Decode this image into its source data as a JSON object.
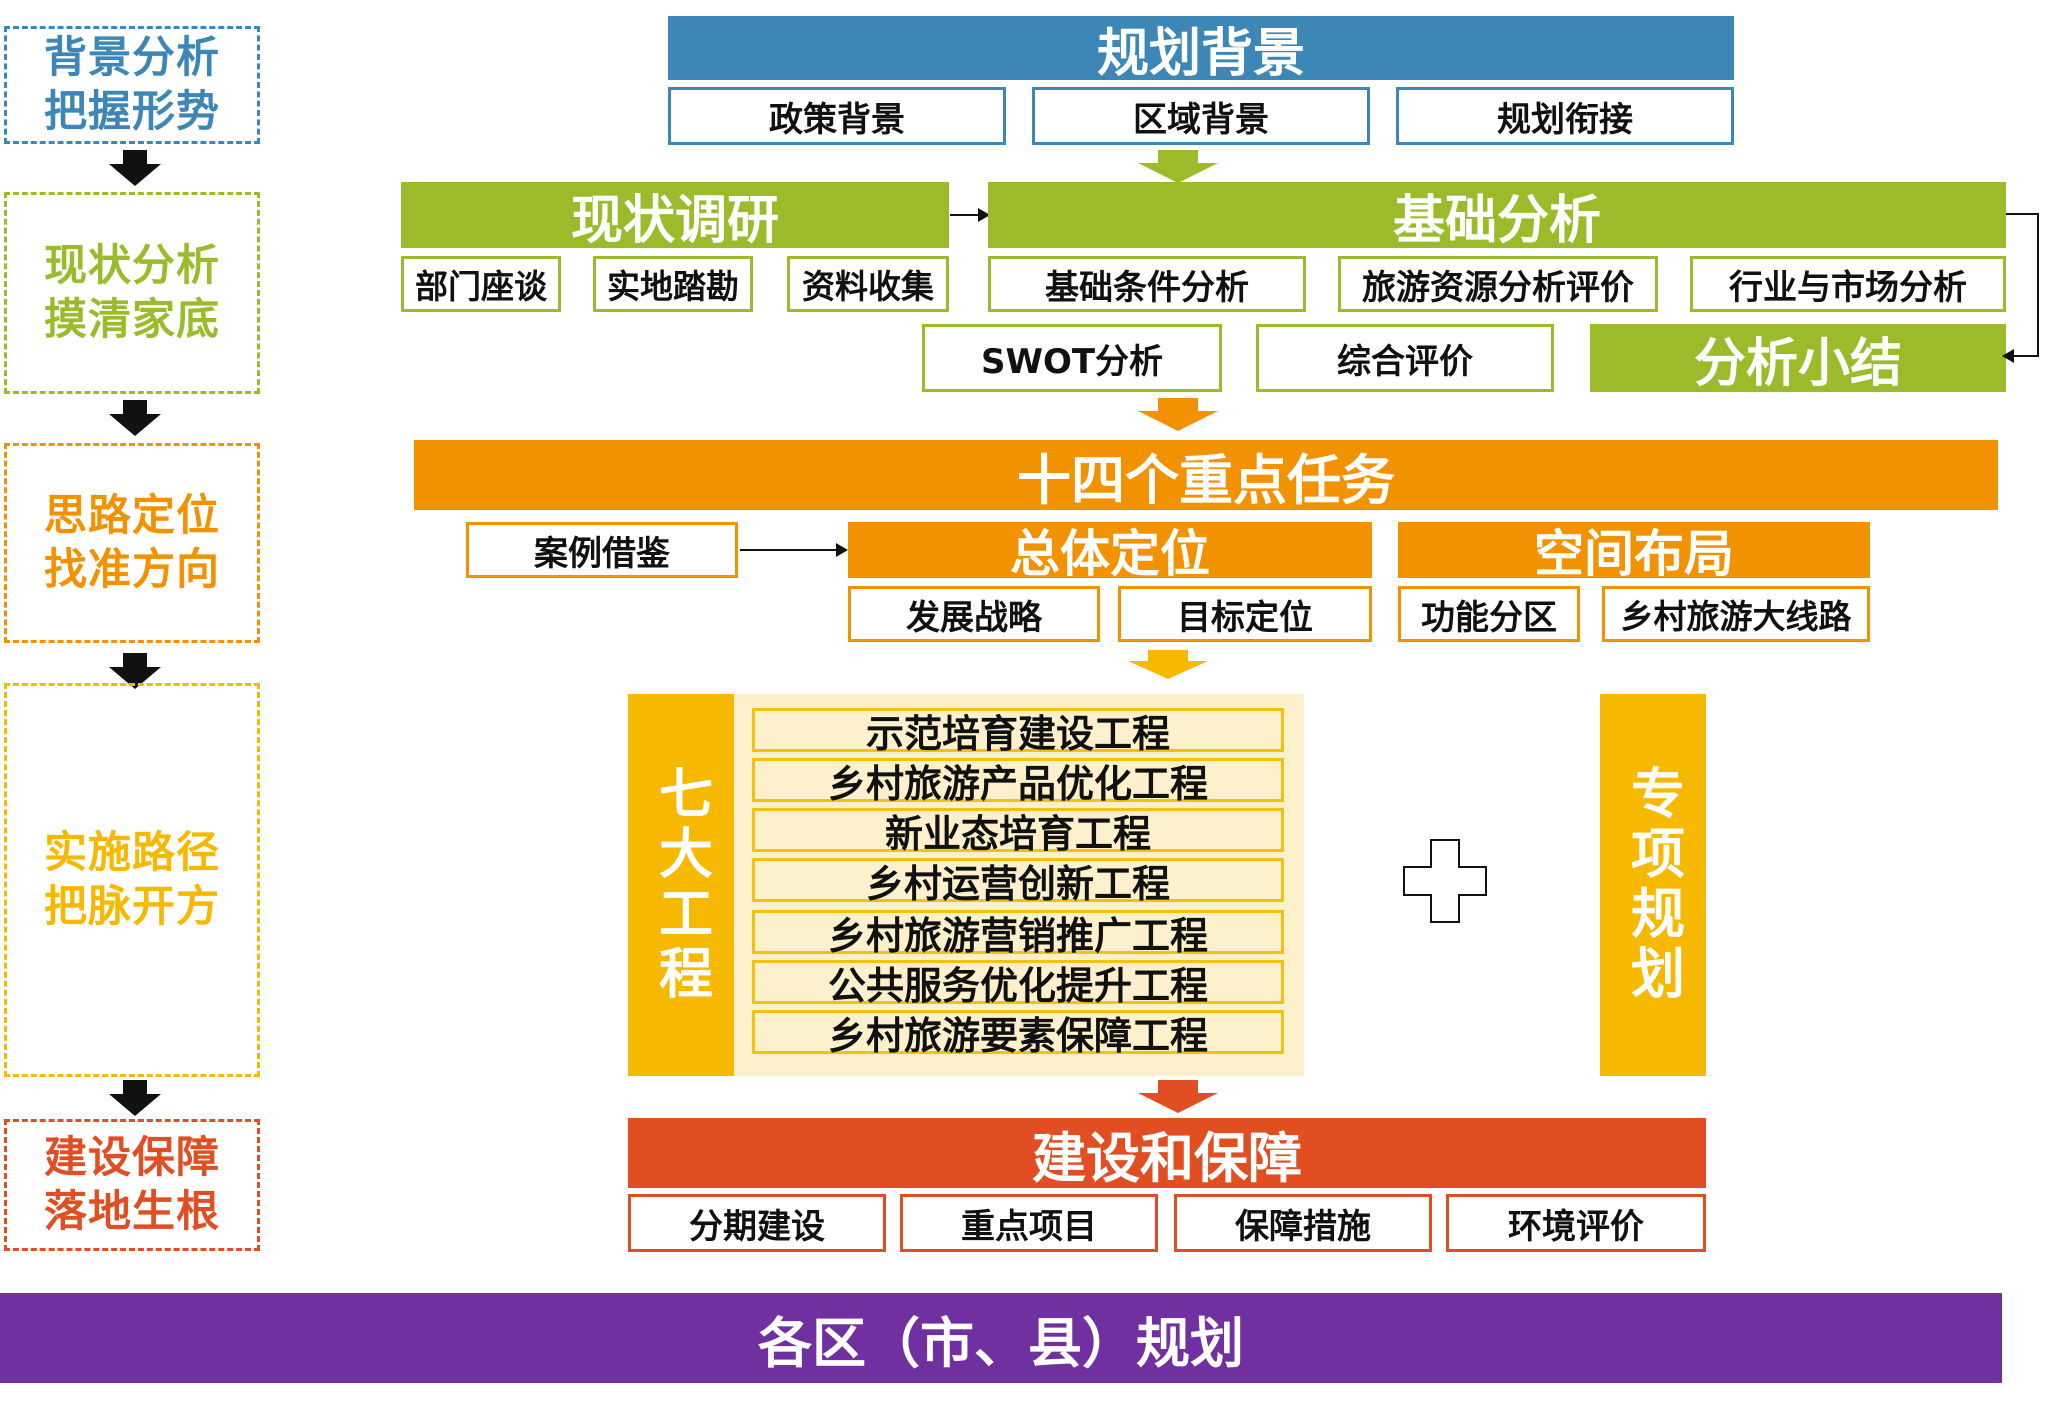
{
  "colors": {
    "blue": "#3c87b5",
    "green": "#9bbb2b",
    "orange": "#f39200",
    "yellow": "#f7b800",
    "red": "#e04e22",
    "purple": "#7030a0"
  },
  "stages": [
    {
      "line1": "背景分析",
      "line2": "把握形势"
    },
    {
      "line1": "现状分析",
      "line2": "摸清家底"
    },
    {
      "line1": "思路定位",
      "line2": "找准方向"
    },
    {
      "line1": "实施路径",
      "line2": "把脉开方"
    },
    {
      "line1": "建设保障",
      "line2": "落地生根"
    }
  ],
  "background": {
    "title": "规划背景",
    "items": [
      "政策背景",
      "区域背景",
      "规划衔接"
    ]
  },
  "survey": {
    "title": "现状调研",
    "items": [
      "部门座谈",
      "实地踏勘",
      "资料收集"
    ]
  },
  "analysis": {
    "title": "基础分析",
    "items": [
      "基础条件分析",
      "旅游资源分析评价",
      "行业与市场分析"
    ],
    "swot": "SWOT分析",
    "overall": "综合评价",
    "summary": "分析小结"
  },
  "tasks": {
    "title": "十四个重点任务",
    "case": "案例借鉴",
    "positioning": {
      "title": "总体定位",
      "items": [
        "发展战略",
        "目标定位"
      ]
    },
    "layout": {
      "title": "空间布局",
      "items": [
        "功能分区",
        "乡村旅游大线路"
      ]
    }
  },
  "projects": {
    "label": "七大工程",
    "items": [
      "示范培育建设工程",
      "乡村旅游产品优化工程",
      "新业态培育工程",
      "乡村运营创新工程",
      "乡村旅游营销推广工程",
      "公共服务优化提升工程",
      "乡村旅游要素保障工程"
    ],
    "special": "专项规划"
  },
  "guarantee": {
    "title": "建设和保障",
    "items": [
      "分期建设",
      "重点项目",
      "保障措施",
      "环境评价"
    ]
  },
  "footer": "各区（市、县）规划"
}
